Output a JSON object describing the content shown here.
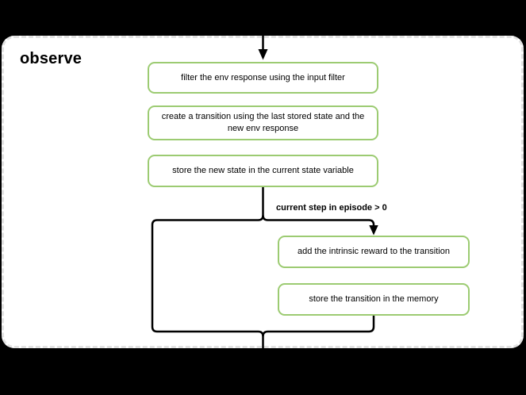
{
  "diagram": {
    "group_title": "observe",
    "main_steps": [
      {
        "label": "filter the env response using the input filter"
      },
      {
        "label": "create a transition using the last stored state and the new env response"
      },
      {
        "label": "store the new state in the current state variable"
      }
    ],
    "condition": {
      "label": "current step in episode > 0"
    },
    "branch_steps": [
      {
        "label": "add the intrinsic reward to the transition"
      },
      {
        "label": "store the transition in the memory"
      }
    ],
    "colors": {
      "background": "#000000",
      "container_fill": "#ffffff",
      "container_border": "#e2e2e2",
      "node_fill": "#ffffff",
      "node_border": "#9ccb72",
      "connector": "#000000",
      "text": "#000000"
    }
  }
}
